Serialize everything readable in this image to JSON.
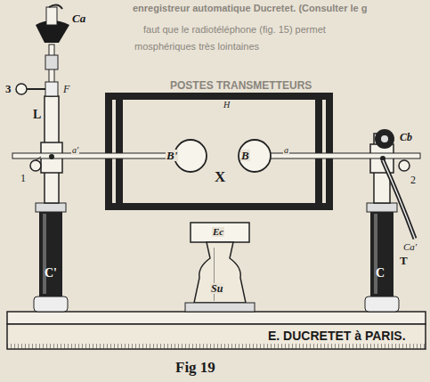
{
  "diagram": {
    "caption": "Fig 19",
    "labels": [
      "enregistreur automatique Ducretet. (Consulter le g",
      "faut que le radiotéléphone (fig. 15) permet",
      "mosphériques très lointaines",
      "POSTES TRANSMETTEURS",
      "Ca",
      "3",
      "F",
      "L",
      "H",
      "X",
      "B'",
      "B",
      "a'",
      "a",
      "Cb",
      "1",
      "2",
      "Ca'",
      "T",
      "Ec",
      "Su",
      "C'",
      "C",
      "E. DUCRETET à PARIS."
    ]
  }
}
